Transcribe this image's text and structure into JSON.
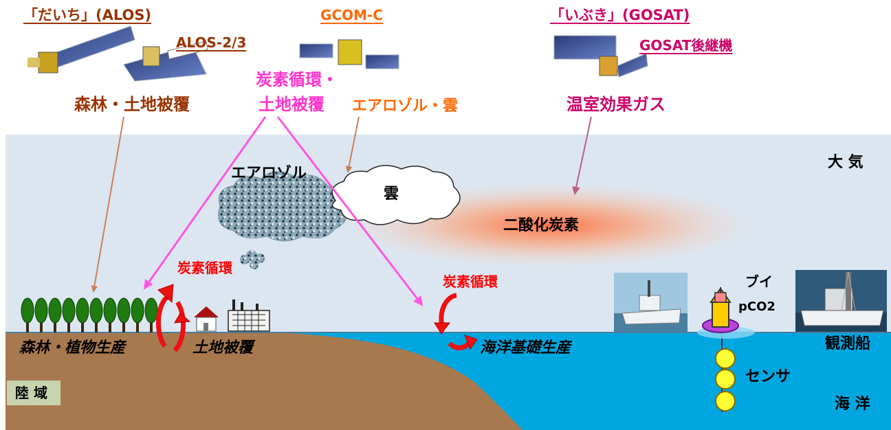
{
  "satellites": {
    "daichi": {
      "title": "「だいち」(ALOS)",
      "successor": "ALOS-2/3",
      "target": "森林・土地被覆"
    },
    "gcom": {
      "title": "GCOM-C",
      "target_carbon_line1": "炭素循環・",
      "target_carbon_line2": "土地被覆",
      "target_aerosol": "エアロゾル・雲"
    },
    "ibuki": {
      "title": "「いぶき」(GOSAT)",
      "successor": "GOSAT後継機",
      "target": "温室効果ガス"
    }
  },
  "atmosphere": {
    "label": "大 気",
    "aerosol": "エアロゾル",
    "cloud": "雲",
    "co2": "二酸化炭素"
  },
  "land": {
    "carbon_cycle": "炭素循環",
    "forest": "森林・植物生産",
    "land_cover": "土地被覆",
    "region": "陸 域"
  },
  "ocean": {
    "carbon_cycle": "炭素循環",
    "production": "海洋基礎生産",
    "buoy": "ブイ",
    "pco2": "pCO2",
    "ship": "観測船",
    "sensor": "センサ",
    "region": "海 洋"
  },
  "colors": {
    "brown": "#993300",
    "orange": "#ff6600",
    "magenta": "#ff33cc",
    "crimson": "#cc0066",
    "red": "#ff0000",
    "sky": "#dce6f1",
    "ocean": "#00a6e0",
    "land": "#a8794f"
  }
}
